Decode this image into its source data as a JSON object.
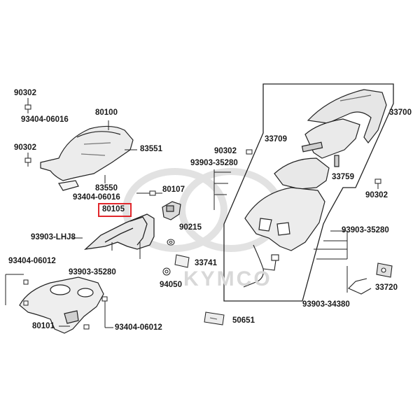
{
  "labels": {
    "l90302a": "90302",
    "l93404_06016a": "93404-06016",
    "l80100": "80100",
    "l90302b": "90302",
    "l83551": "83551",
    "l83550": "83550",
    "l93404_06016b": "93404-06016",
    "l80107": "80107",
    "l80105": "80105",
    "l90302c": "90302",
    "l93903_35280a": "93903-35280",
    "l33709": "33709",
    "l33700": "33700",
    "l33759": "33759",
    "l90302d": "90302",
    "l93903_lhj8": "93903-LHJ8",
    "l90215": "90215",
    "l93903_35280b": "93903-35280",
    "l93404_06012a": "93404-06012",
    "l93903_35280c": "93903-35280",
    "l33741": "33741",
    "l94050": "94050",
    "l33720": "33720",
    "l93903_34380": "93903-34380",
    "l80101": "80101",
    "l93404_06012b": "93404-06012",
    "l50651": "50651"
  },
  "watermark": "KYMCO",
  "highlight_color": "#e0262b"
}
